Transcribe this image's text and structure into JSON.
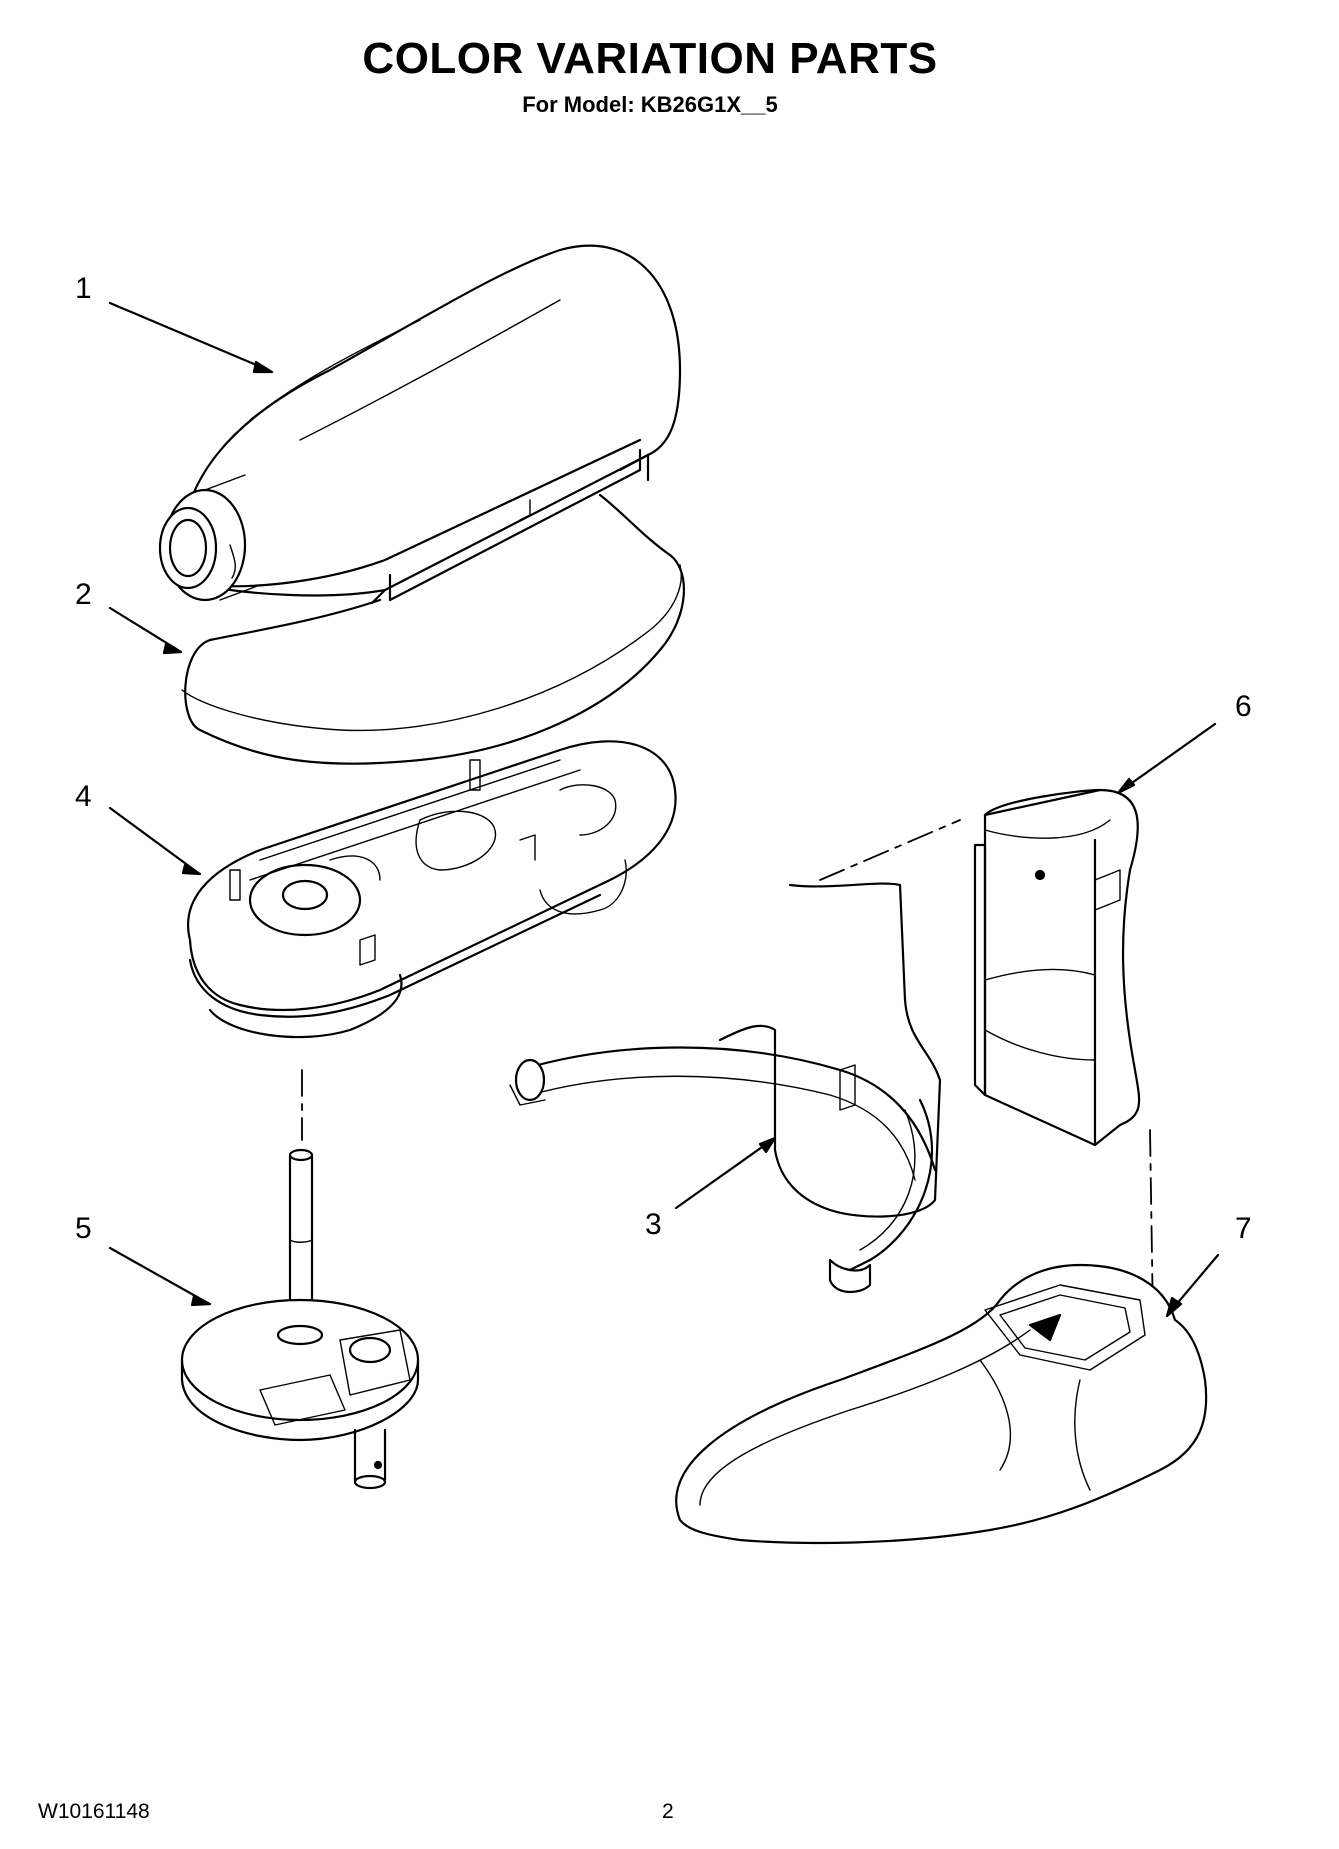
{
  "header": {
    "title": "COLOR VARIATION PARTS",
    "subtitle": "For Model: KB26G1X__5"
  },
  "callouts": [
    "1",
    "2",
    "3",
    "4",
    "5",
    "6",
    "7"
  ],
  "footer": {
    "document_number": "W10161148",
    "page_number": "2"
  }
}
